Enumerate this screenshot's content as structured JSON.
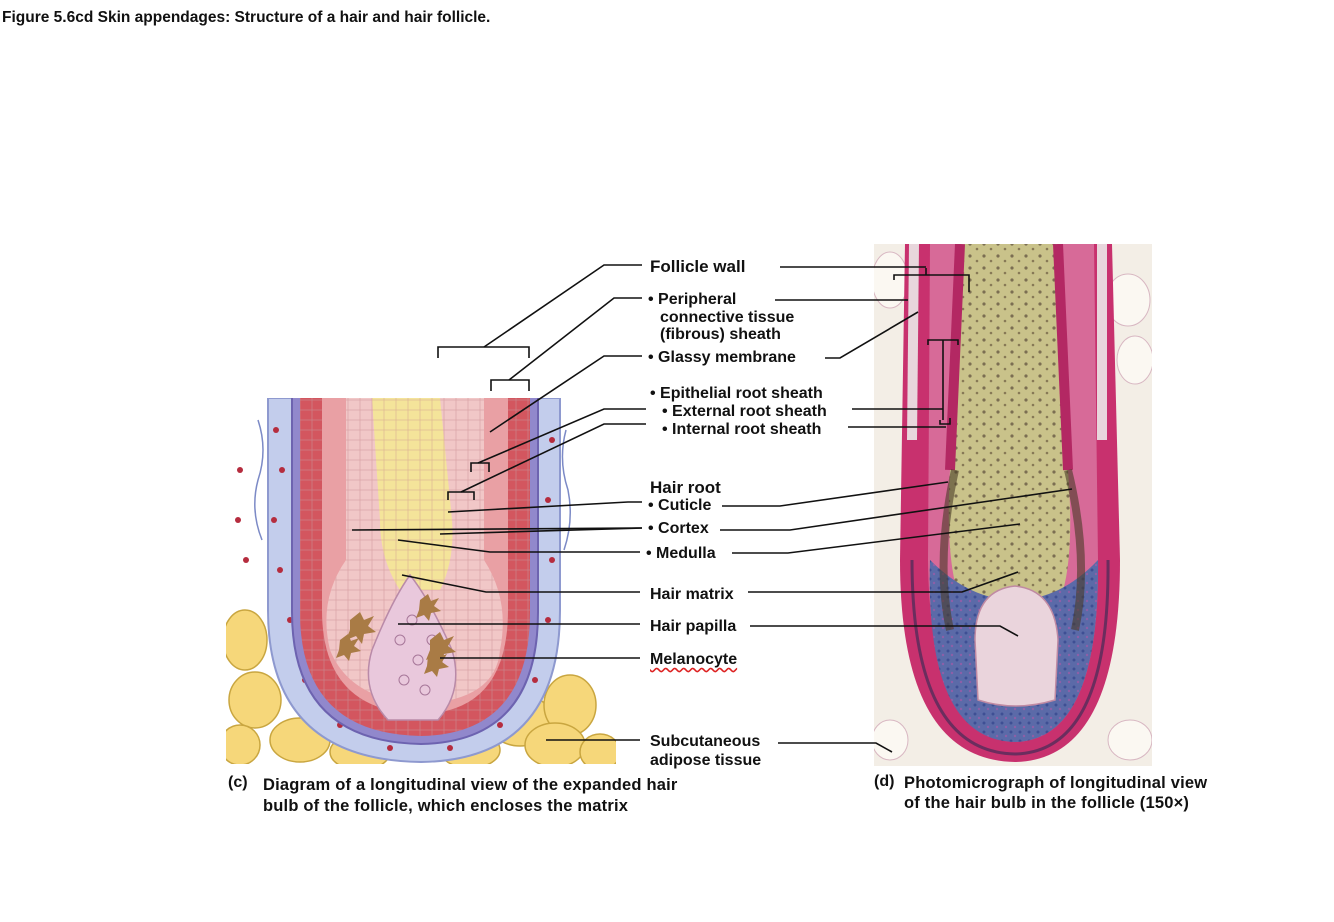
{
  "figure_title": "Figure 5.6cd Skin appendages: Structure of a hair and hair follicle.",
  "labels": {
    "follicle_wall": "Follicle wall",
    "peripheral_1": "• Peripheral",
    "peripheral_2": "connective tissue",
    "peripheral_3": "(fibrous) sheath",
    "glassy": "• Glassy membrane",
    "epithelial": "• Epithelial root sheath",
    "external": "• External root sheath",
    "internal": "• Internal root sheath",
    "hair_root": "Hair root",
    "cuticle": "• Cuticle",
    "cortex": "• Cortex",
    "medulla": "• Medulla",
    "hair_matrix": "Hair matrix",
    "hair_papilla": "Hair papilla",
    "melanocyte": "Melanocyte",
    "subcutaneous_1": "Subcutaneous",
    "subcutaneous_2": "adipose tissue"
  },
  "captions": {
    "c_tag": "(c)",
    "c_line1": "Diagram of a longitudinal view of the expanded hair",
    "c_line2": "bulb of the follicle, which encloses the matrix",
    "d_tag": "(d)",
    "d_line1": "Photomicrograph of longitudinal view",
    "d_line2": "of the hair bulb in the follicle (150×)"
  },
  "colors": {
    "connective": "#b9c3e6",
    "glassy": "#8c82c8",
    "external_sheath": "#d3565f",
    "internal_sheath": "#e9a0a4",
    "cortex": "#f1c7c7",
    "medulla": "#f4e49a",
    "papilla": "#e9c8dc",
    "melanocyte": "#a97b45",
    "adipose": "#f6d77a",
    "photo_pink": "#c8316e",
    "photo_green": "#b9b478",
    "photo_blue": "#5b6aa8"
  }
}
